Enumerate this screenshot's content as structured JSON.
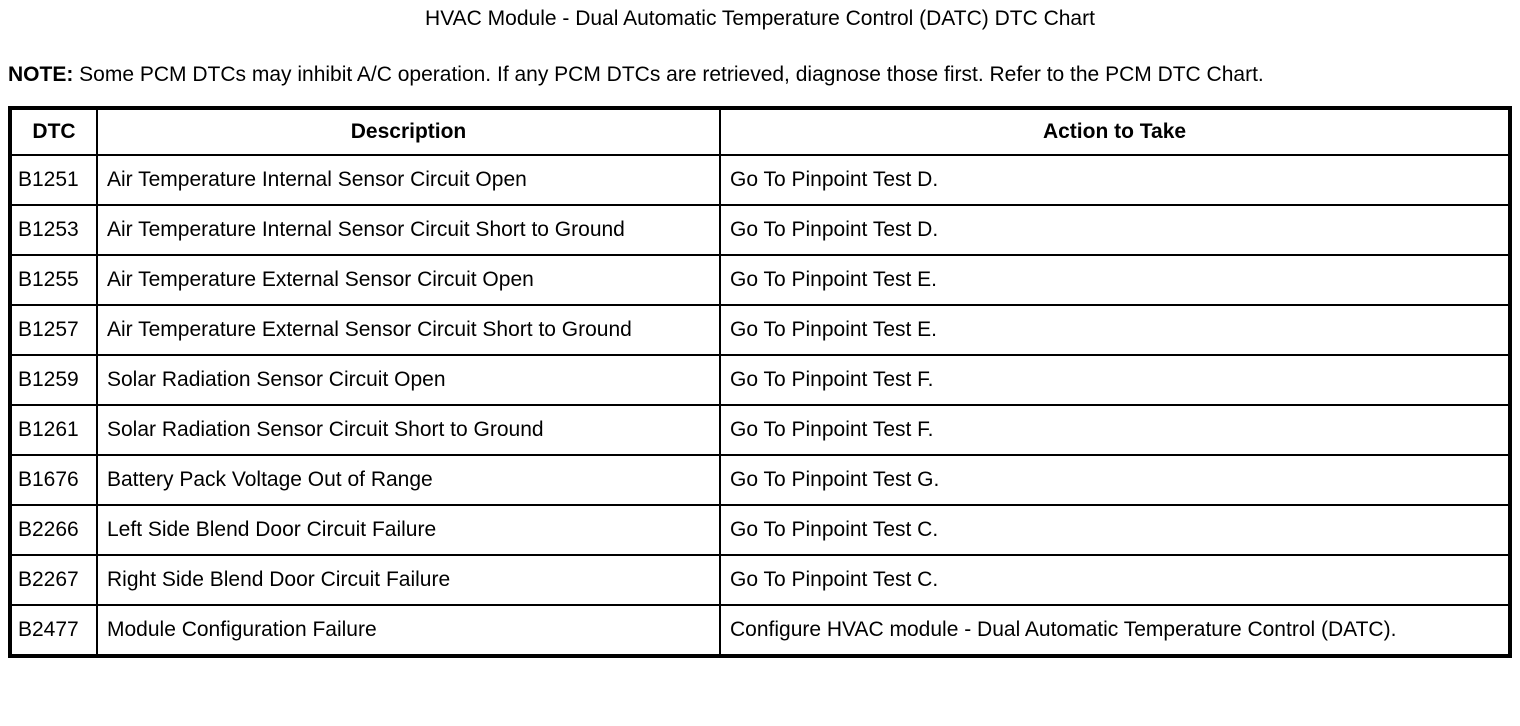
{
  "page": {
    "title": "HVAC Module - Dual Automatic Temperature Control (DATC) DTC Chart",
    "note_label": "NOTE:",
    "note_text": " Some PCM DTCs may inhibit A/C operation. If any PCM DTCs are retrieved, diagnose those first. Refer to the PCM DTC Chart."
  },
  "colors": {
    "text": "#000000",
    "background": "#ffffff",
    "border": "#000000"
  },
  "table": {
    "headers": {
      "dtc": "DTC",
      "description": "Description",
      "action": "Action to Take"
    },
    "rows": [
      {
        "dtc": "B1251",
        "description": "Air Temperature Internal Sensor Circuit Open",
        "action": "Go To Pinpoint Test D."
      },
      {
        "dtc": "B1253",
        "description": "Air Temperature Internal Sensor Circuit Short to Ground",
        "action": "Go To Pinpoint Test D."
      },
      {
        "dtc": "B1255",
        "description": "Air Temperature External Sensor Circuit Open",
        "action": "Go To Pinpoint Test E."
      },
      {
        "dtc": "B1257",
        "description": "Air Temperature External Sensor Circuit Short to Ground",
        "action": "Go To Pinpoint Test E."
      },
      {
        "dtc": "B1259",
        "description": "Solar Radiation Sensor Circuit Open",
        "action": "Go To Pinpoint Test F."
      },
      {
        "dtc": "B1261",
        "description": "Solar Radiation Sensor Circuit Short to Ground",
        "action": "Go To Pinpoint Test F."
      },
      {
        "dtc": "B1676",
        "description": "Battery Pack Voltage Out of Range",
        "action": "Go To Pinpoint Test G."
      },
      {
        "dtc": "B2266",
        "description": "Left Side Blend Door Circuit Failure",
        "action": "Go To Pinpoint Test C."
      },
      {
        "dtc": "B2267",
        "description": "Right Side Blend Door Circuit Failure",
        "action": "Go To Pinpoint Test C."
      },
      {
        "dtc": "B2477",
        "description": "Module Configuration Failure",
        "action": "Configure HVAC module - Dual Automatic Temperature Control (DATC)."
      }
    ]
  }
}
